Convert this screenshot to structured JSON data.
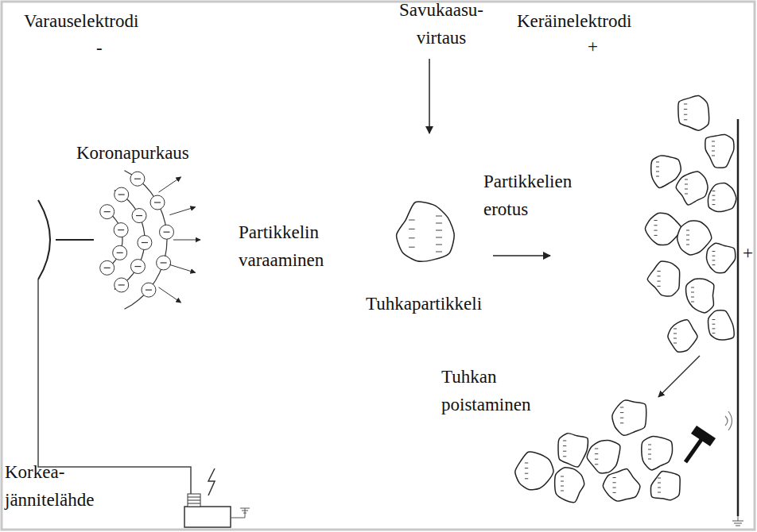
{
  "diagram": {
    "labels": [
      "Varauselektrodi",
      "-",
      "Savukaasu- virtaus",
      "Keräinelektrodi",
      "+",
      "Koronapurkaus",
      "Partikkelien erotus",
      "Partikkelin varaaminen",
      "Tuhkapartikkeli",
      "Tuhkan poistaminen",
      "Korkea- jännitelähde",
      "+"
    ]
  }
}
